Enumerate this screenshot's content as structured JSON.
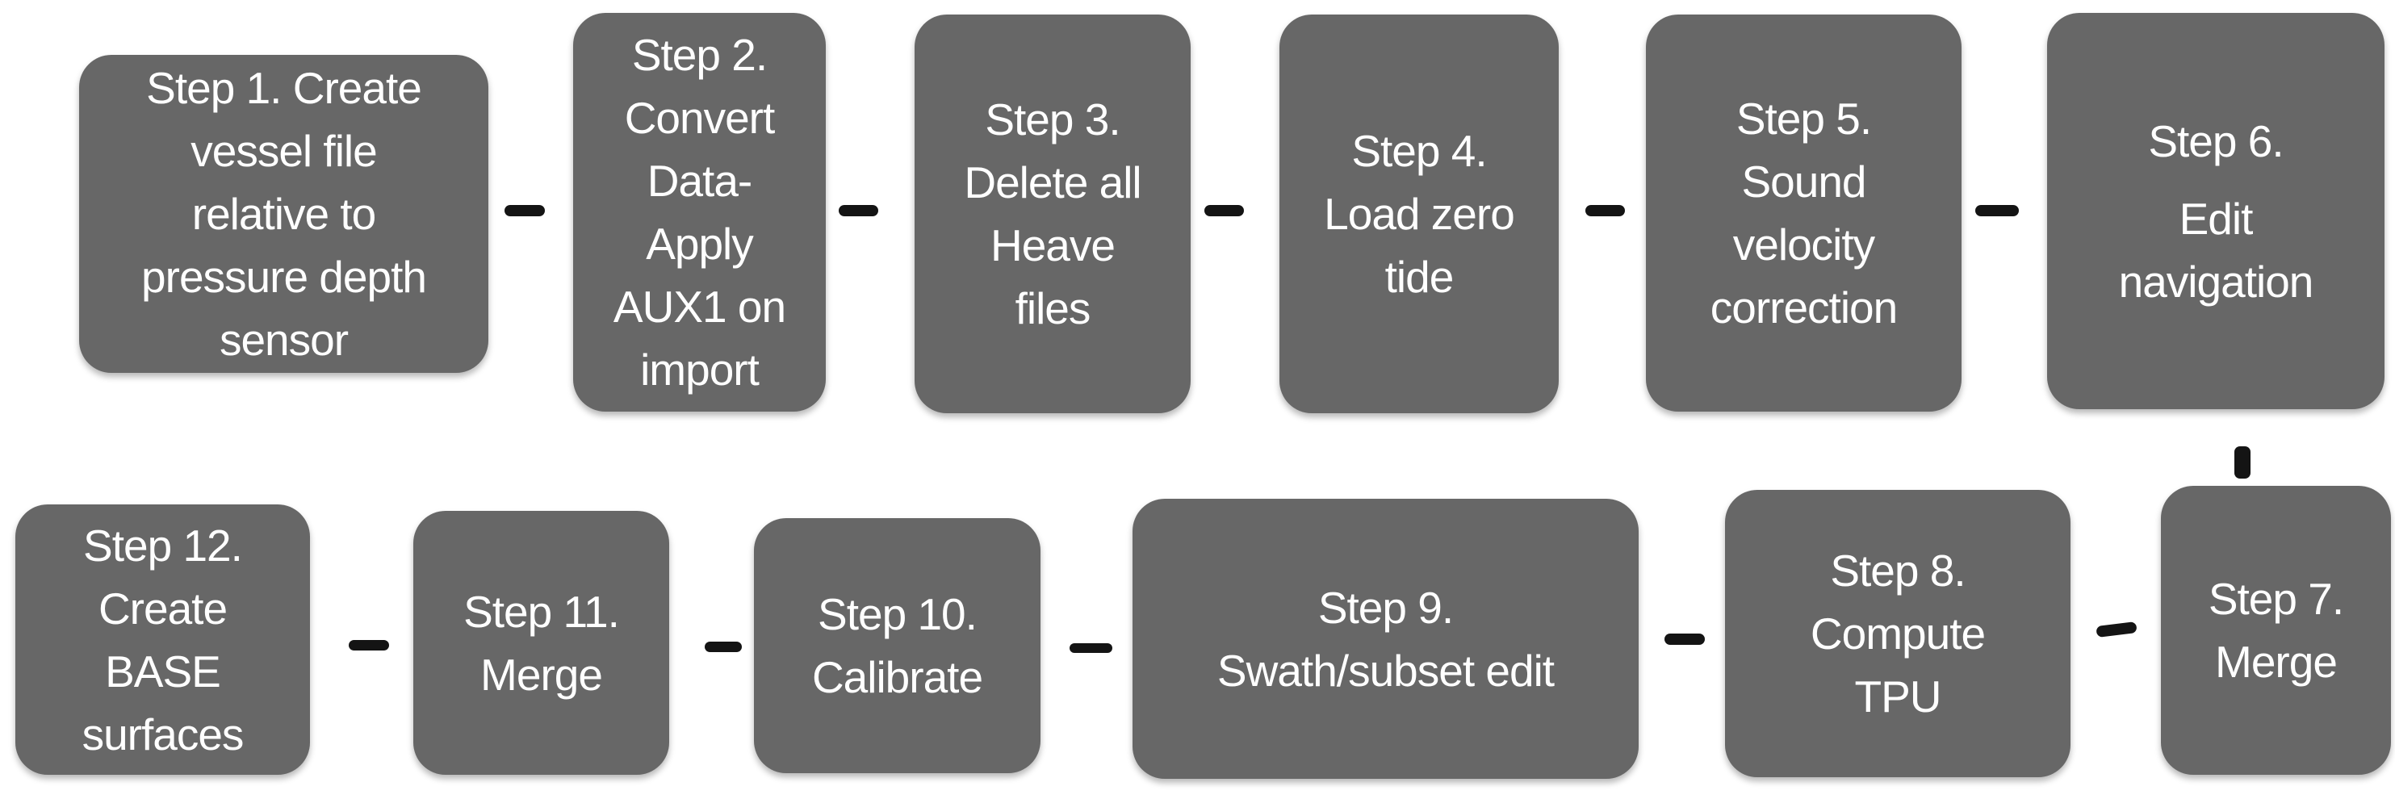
{
  "diagram": {
    "type": "flowchart",
    "background_color": "#ffffff",
    "box_fill_color": "#676767",
    "box_text_color": "#ffffff",
    "connector_color": "#141414",
    "connector_style": "short-dash",
    "flow_order": [
      "Step 1",
      "Step 2",
      "Step 3",
      "Step 4",
      "Step 5",
      "Step 6",
      "Step 7",
      "Step 8",
      "Step 9",
      "Step 10",
      "Step 11",
      "Step 12"
    ],
    "rows": [
      {
        "name": "top-row",
        "direction": "left-to-right",
        "steps": [
          "Step 1",
          "Step 2",
          "Step 3",
          "Step 4",
          "Step 5",
          "Step 6"
        ]
      },
      {
        "name": "bottom-row",
        "direction": "right-to-left",
        "steps": [
          "Step 7",
          "Step 8",
          "Step 9",
          "Step 10",
          "Step 11",
          "Step 12"
        ]
      }
    ],
    "steps": [
      {
        "number": "Step 1.",
        "label": "Step 1. Create\nvessel file\nrelative to\npressure depth\nsensor"
      },
      {
        "number": "Step 2.",
        "label": "Step 2.\nConvert\nData-\nApply\nAUX1 on\nimport"
      },
      {
        "number": "Step 3.",
        "label": "Step 3.\nDelete all\nHeave\nfiles"
      },
      {
        "number": "Step 4.",
        "label": "Step 4.\nLoad zero\ntide"
      },
      {
        "number": "Step 5.",
        "label": "Step 5.\nSound\nvelocity\ncorrection"
      },
      {
        "number": "Step 6.",
        "label": "Step 6.",
        "label_bottom": "Edit\nnavigation"
      },
      {
        "number": "Step 7.",
        "label": "Step 7.\nMerge"
      },
      {
        "number": "Step 8.",
        "label": "Step 8.\nCompute\nTPU"
      },
      {
        "number": "Step 9.",
        "label": "Step 9.\nSwath/subset edit"
      },
      {
        "number": "Step 10.",
        "label": "Step 10.\nCalibrate"
      },
      {
        "number": "Step 11.",
        "label": "Step 11.\nMerge"
      },
      {
        "number": "Step 12.",
        "label": "Step 12.\nCreate\nBASE\nsurfaces"
      }
    ],
    "connections": [
      {
        "from": "Step 1",
        "to": "Step 2",
        "orientation": "horizontal"
      },
      {
        "from": "Step 2",
        "to": "Step 3",
        "orientation": "horizontal"
      },
      {
        "from": "Step 3",
        "to": "Step 4",
        "orientation": "horizontal"
      },
      {
        "from": "Step 4",
        "to": "Step 5",
        "orientation": "horizontal"
      },
      {
        "from": "Step 5",
        "to": "Step 6",
        "orientation": "horizontal"
      },
      {
        "from": "Step 6",
        "to": "Step 7",
        "orientation": "vertical"
      },
      {
        "from": "Step 7",
        "to": "Step 8",
        "orientation": "horizontal"
      },
      {
        "from": "Step 8",
        "to": "Step 9",
        "orientation": "horizontal"
      },
      {
        "from": "Step 9",
        "to": "Step 10",
        "orientation": "horizontal"
      },
      {
        "from": "Step 10",
        "to": "Step 11",
        "orientation": "horizontal"
      },
      {
        "from": "Step 11",
        "to": "Step 12",
        "orientation": "horizontal"
      }
    ]
  }
}
